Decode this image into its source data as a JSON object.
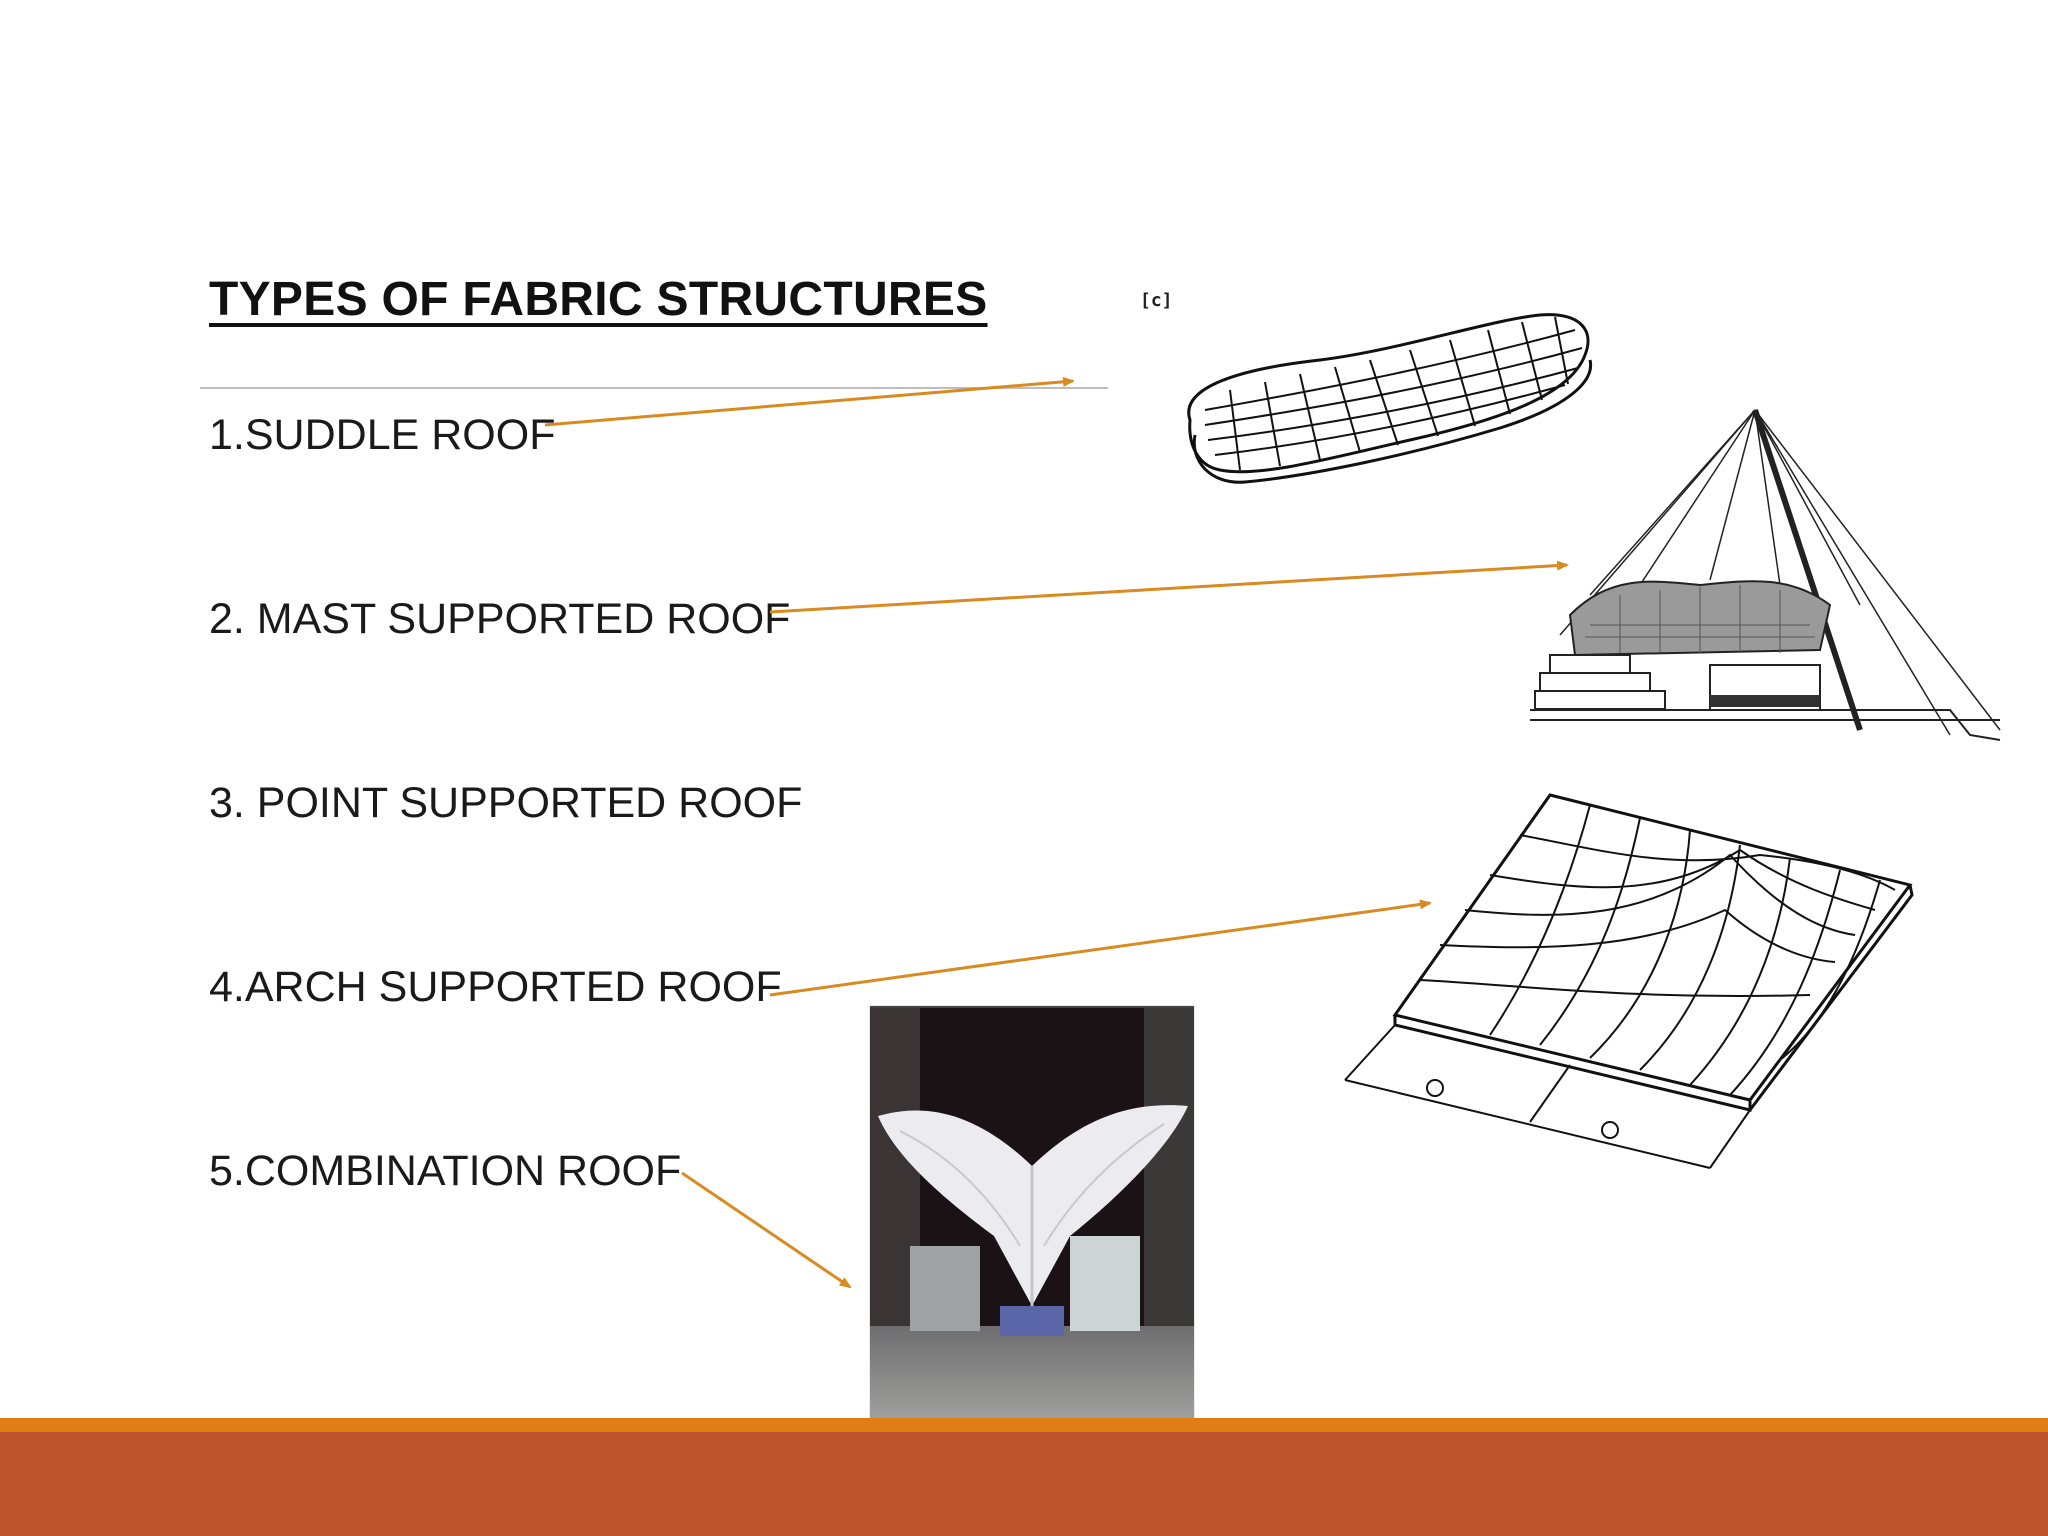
{
  "slide": {
    "title": "TYPES OF FABRIC STRUCTURES",
    "items": [
      "1.SUDDLE ROOF",
      "2. MAST SUPPORTED ROOF",
      "3. POINT SUPPORTED ROOF",
      "4.ARCH SUPPORTED ROOF",
      "5.COMBINATION ROOF"
    ],
    "figure_tag": "[c]",
    "colors": {
      "arrow": "#d98a20",
      "footer_band": "#bc542c",
      "footer_line": "#e27d16"
    }
  }
}
